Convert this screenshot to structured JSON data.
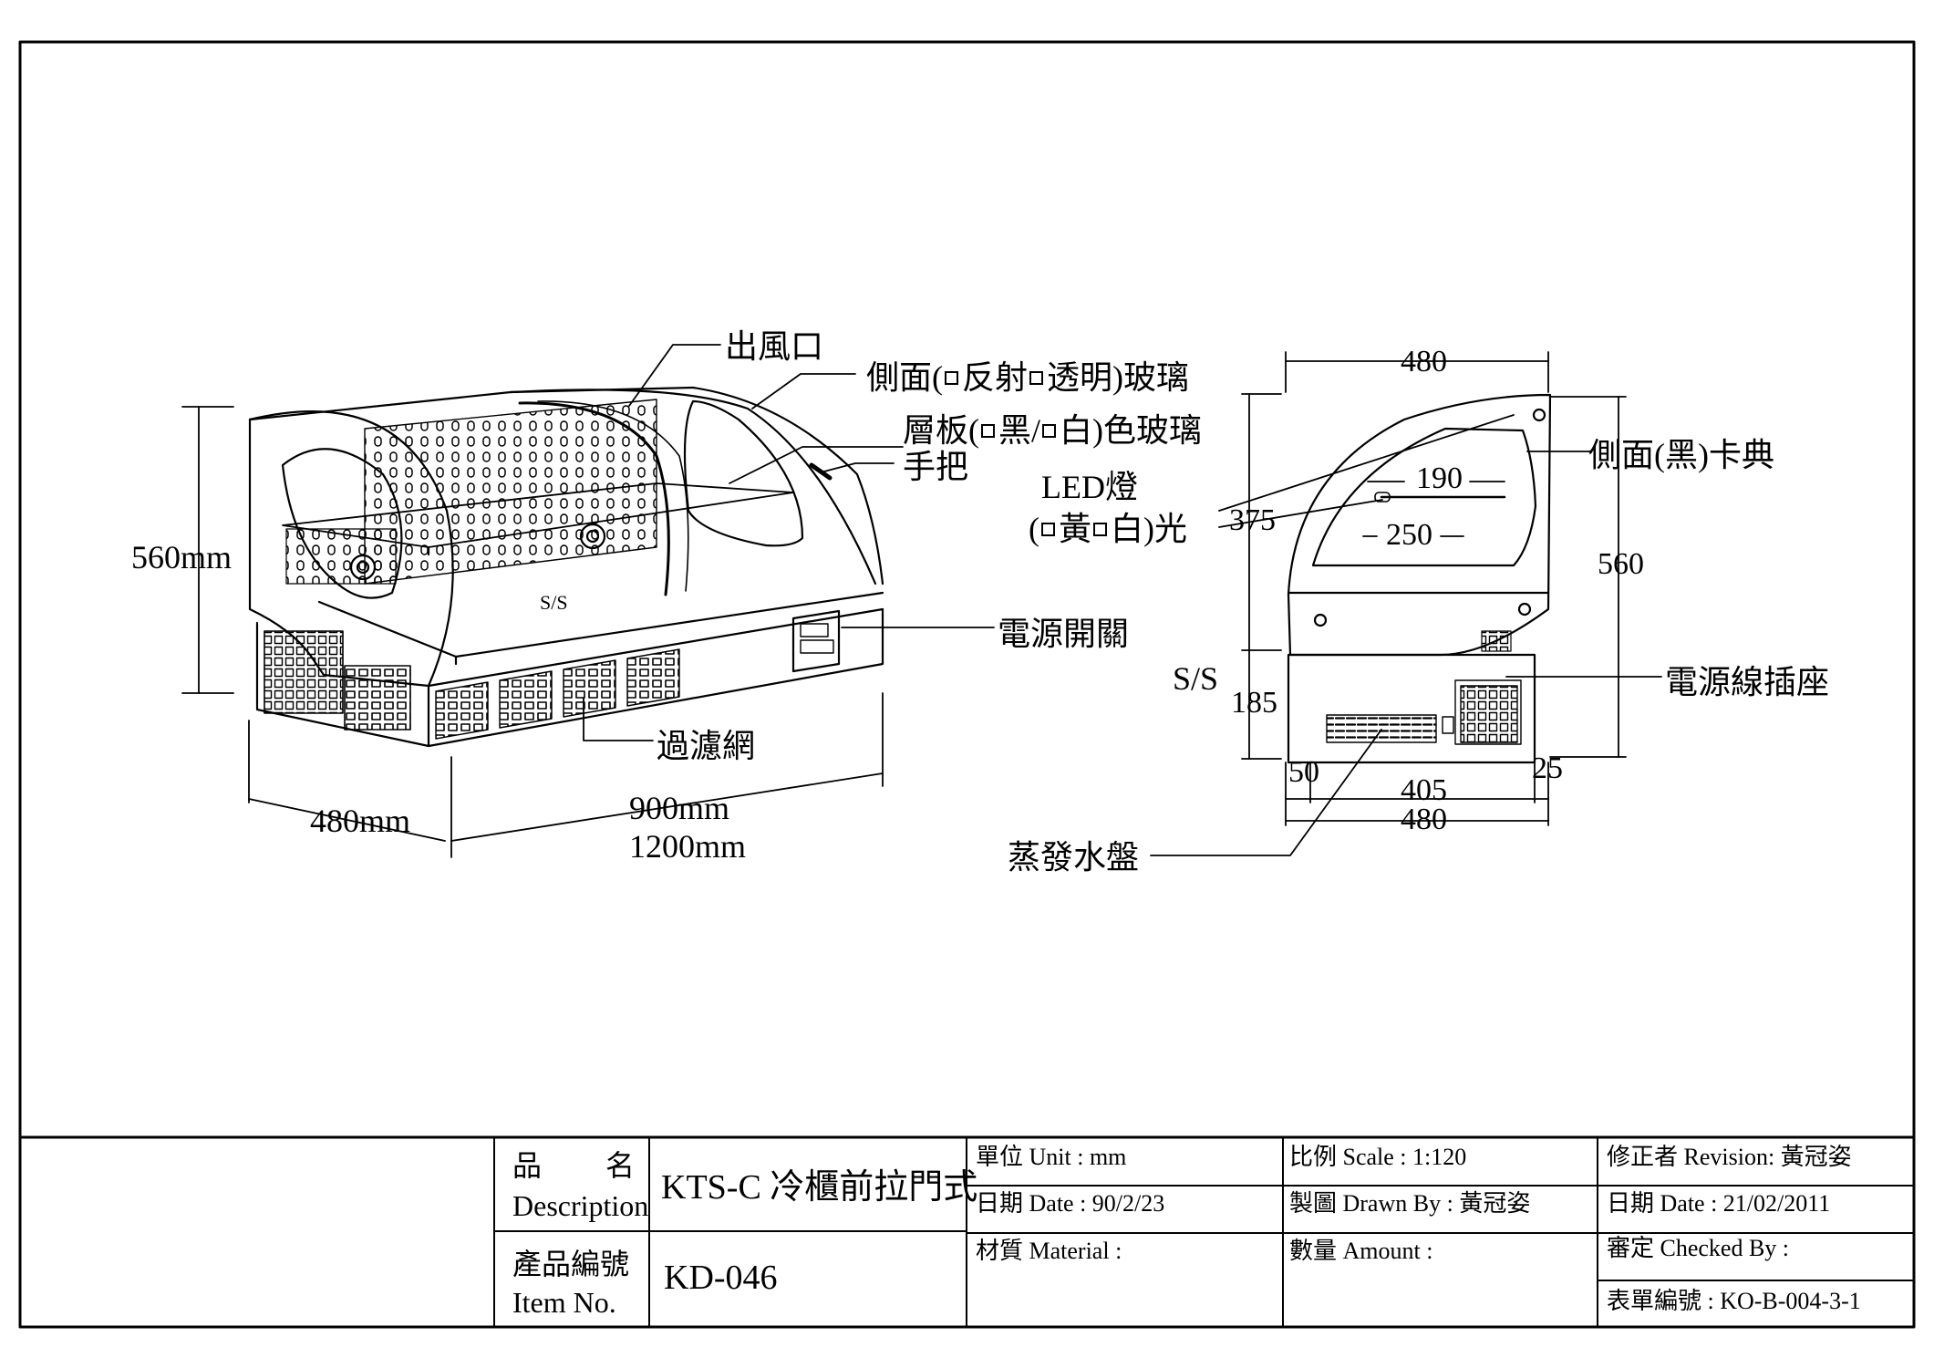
{
  "perspective_view": {
    "height_dim": "560mm",
    "depth_dim": "480mm",
    "width_dims": [
      "900mm",
      "1200mm"
    ],
    "panel_text": "S/S",
    "callouts": {
      "air_outlet": "出風口",
      "side_glass": {
        "before": "側面(",
        "opt1": "反射",
        "opt2": "透明)玻璃"
      },
      "shelf_glass": {
        "before": "層板(",
        "opt1": "黑/",
        "opt2": "白)色玻璃"
      },
      "handle": "手把",
      "power_switch": "電源開關",
      "filter": "過濾網"
    }
  },
  "side_view": {
    "dims": {
      "top_width": "480",
      "light_len": "190",
      "glass_len": "250",
      "upper_height": "375",
      "total_height": "560",
      "lower_height": "185",
      "left_inset": "50",
      "right_inset": "25",
      "base_inner": "405",
      "base_width": "480"
    },
    "panel_text": "S/S",
    "callouts": {
      "led_light": "LED燈",
      "led_color": {
        "before": "(",
        "opt1": "黃",
        "opt2": "白)光"
      },
      "side_acrylic": "側面(黑)卡典",
      "power_socket": "電源線插座",
      "drain_tray": "蒸發水盤"
    }
  },
  "title_block": {
    "description_label_cn": "品　　名",
    "description_label_en": "Description",
    "description_value": "KTS-C 冷櫃前拉門式",
    "item_label_cn": "產品編號",
    "item_label_en": "Item No.",
    "item_value": "KD-046",
    "unit": "單位 Unit : mm",
    "date": "日期 Date : 90/2/23",
    "material": "材質 Material :",
    "scale": "比例 Scale : 1:120",
    "drawn_by": "製圖 Drawn By : 黃冠姿",
    "amount": "數量 Amount :",
    "revision": "修正者 Revision: 黃冠姿",
    "revision_date": "日期 Date : 21/02/2011",
    "checked_by": "審定 Checked By :",
    "form_no": "表單編號 : KO-B-004-3-1"
  }
}
